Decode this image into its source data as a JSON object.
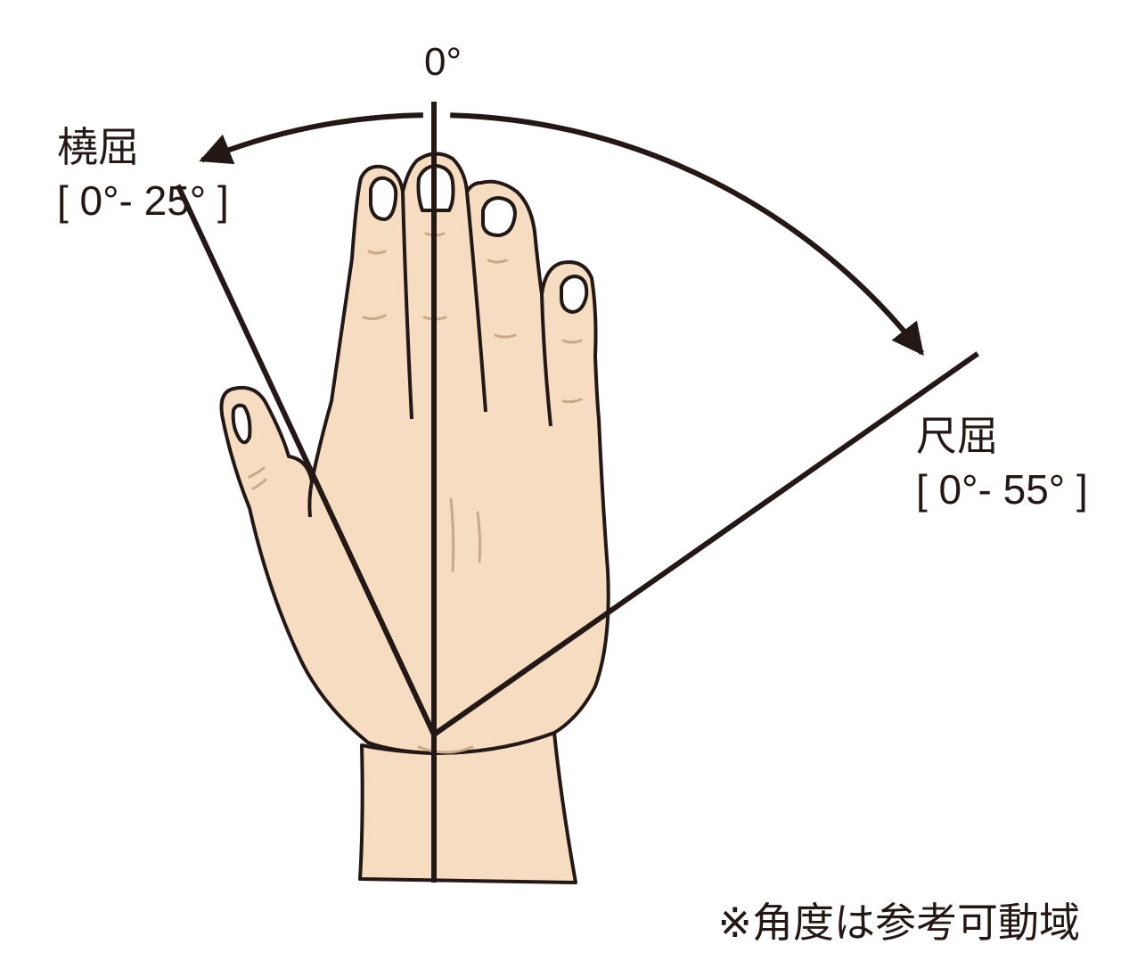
{
  "labels": {
    "zero": "0°",
    "radial_title": "橈屈",
    "radial_range": "[ 0°- 25° ]",
    "ulnar_title": "尺屈",
    "ulnar_range": "[ 0°- 55° ]",
    "note": "※角度は参考可動域"
  },
  "motion": {
    "radial_flexion_deg": [
      0,
      25
    ],
    "ulnar_flexion_deg": [
      0,
      55
    ]
  },
  "colors": {
    "skin": "#f6dcc1",
    "crease": "#c9a98a",
    "outline": "#231815",
    "background": "#ffffff"
  }
}
